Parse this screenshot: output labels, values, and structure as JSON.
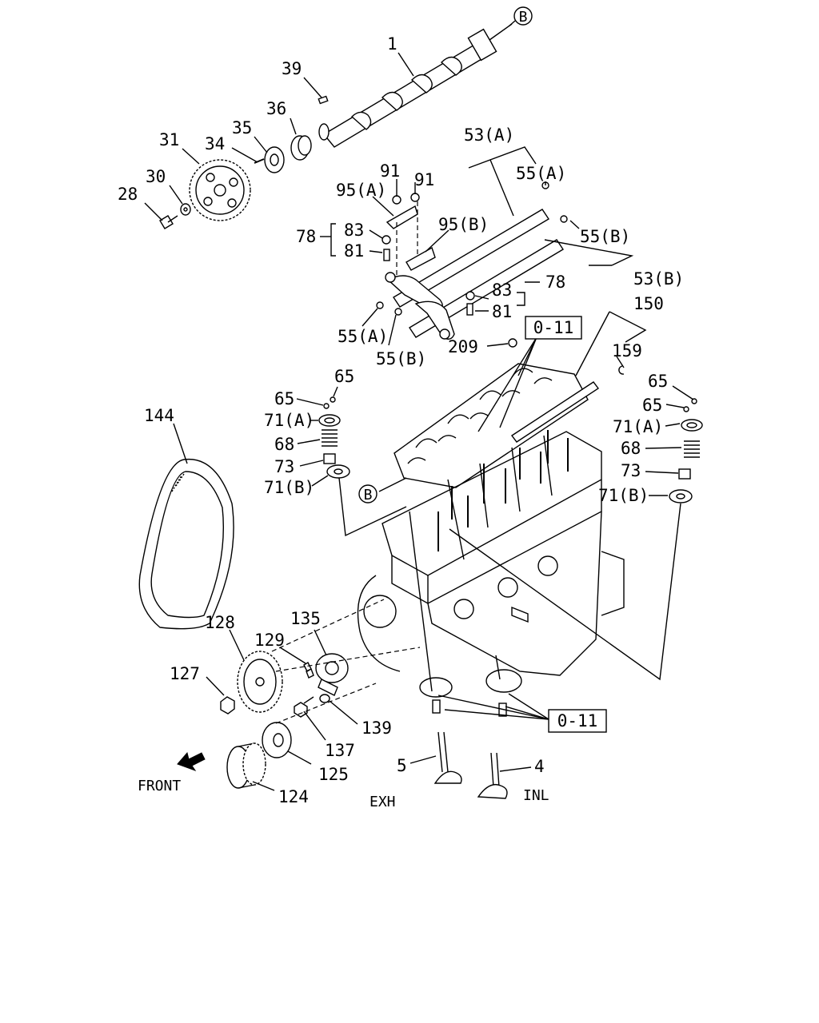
{
  "callouts": {
    "c1": "1",
    "c39": "39",
    "c36": "36",
    "c35": "35",
    "c34": "34",
    "c31": "31",
    "c30": "30",
    "c28": "28",
    "c53a": "53(A)",
    "c55a_top": "55(A)",
    "c91a": "91",
    "c91b": "91",
    "c95a": "95(A)",
    "c95b": "95(B)",
    "c55b_top": "55(B)",
    "c78_left": "78",
    "c83_left": "83",
    "c81_left": "81",
    "c53b": "53(B)",
    "c83_right": "83",
    "c78_right": "78",
    "c81_right": "81",
    "c55a_low": "55(A)",
    "c55b_low": "55(B)",
    "c150": "150",
    "c209": "209",
    "c159": "159",
    "c65_l1": "65",
    "c65_l2": "65",
    "c71a_l": "71(A)",
    "c68_l": "68",
    "c73_l": "73",
    "c71b_l": "71(B)",
    "c65_r1": "65",
    "c65_r2": "65",
    "c71a_r": "71(A)",
    "c68_r": "68",
    "c73_r": "73",
    "c71b_r": "71(B)",
    "c144": "144",
    "c128": "128",
    "c135": "135",
    "c129": "129",
    "c127": "127",
    "c139": "139",
    "c137": "137",
    "c125": "125",
    "c124": "124",
    "c5": "5",
    "c4": "4"
  },
  "boxes": {
    "box_top": "0-11",
    "box_bottom": "0-11"
  },
  "markers": {
    "b_top": "B",
    "b_mid": "B"
  },
  "labels": {
    "front": "FRONT",
    "exh": "EXH",
    "inl": "INL"
  },
  "icons": {
    "front_arrow": "arrow-left-down-icon"
  }
}
